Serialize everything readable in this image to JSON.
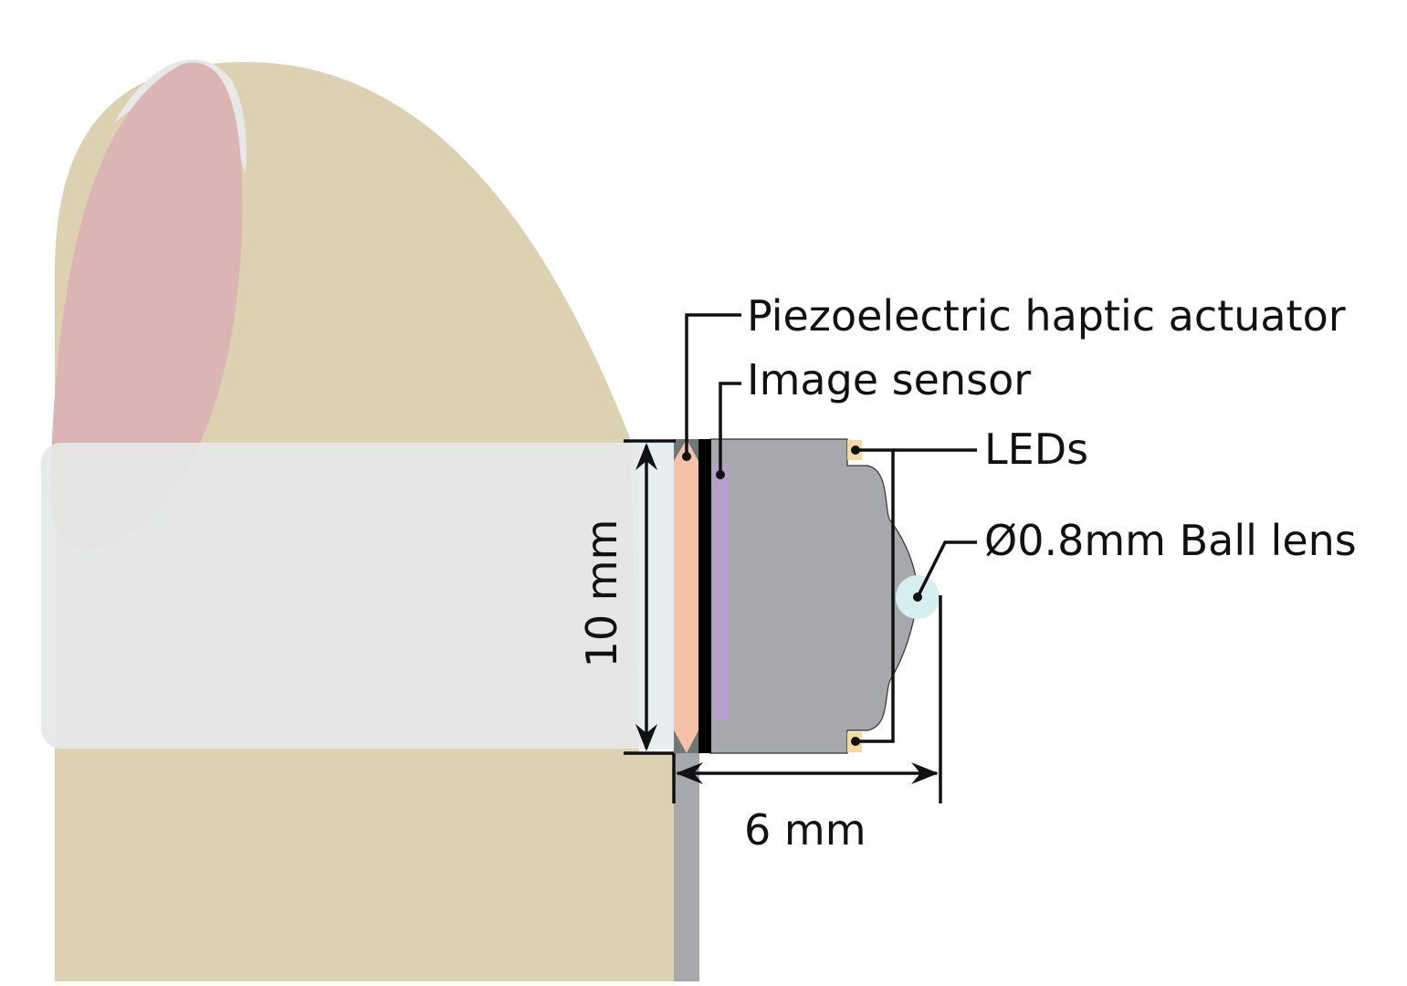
{
  "labels": {
    "piezo": "Piezoelectric haptic actuator",
    "sensor": "Image sensor",
    "leds": "LEDs",
    "ball_lens": "Ø0.8mm Ball lens",
    "width": "6 mm",
    "height": "10 mm"
  },
  "colors": {
    "finger": "#dcd1b1",
    "nail": "#dbb5b3",
    "band": "#e2e6e4",
    "device": "#a7a8ab",
    "piezo": "#f5c1a8",
    "sensor": "#b6a0cb",
    "led": "#f5d9a0",
    "lens": "#d6efee"
  }
}
